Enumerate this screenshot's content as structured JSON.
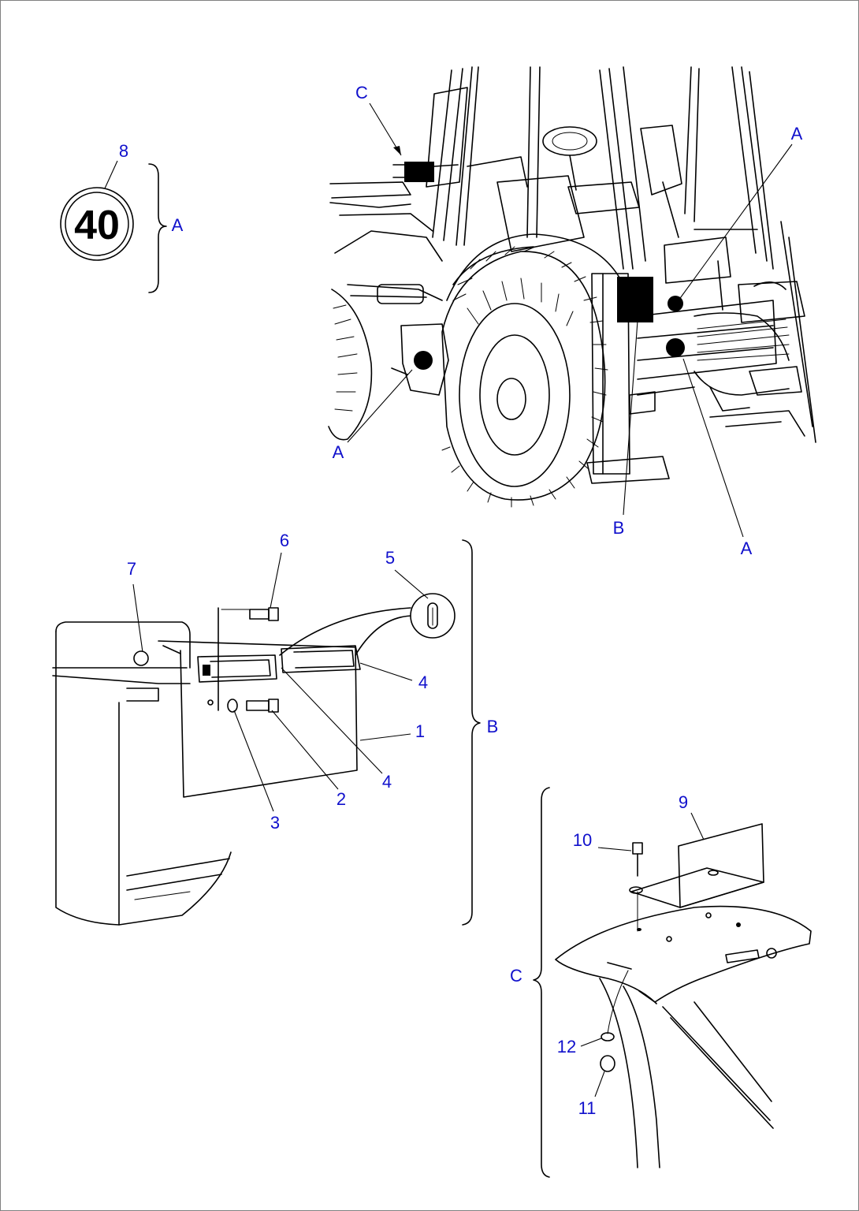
{
  "colors": {
    "callout": "#1010cc",
    "line": "#000000",
    "background": "#ffffff"
  },
  "sign": {
    "text": "40"
  },
  "callouts": {
    "c1": "1",
    "c2": "2",
    "c3": "3",
    "c4a": "4",
    "c4b": "4",
    "c5": "5",
    "c6": "6",
    "c7": "7",
    "c8": "8",
    "c9": "9",
    "c10": "10",
    "c11": "11",
    "c12": "12"
  },
  "groups": {
    "a_brace": "A",
    "a_top": "A",
    "a_left": "A",
    "a_right": "A",
    "b_brace": "B",
    "b_machine": "B",
    "c_brace": "C",
    "c_machine": "C"
  }
}
